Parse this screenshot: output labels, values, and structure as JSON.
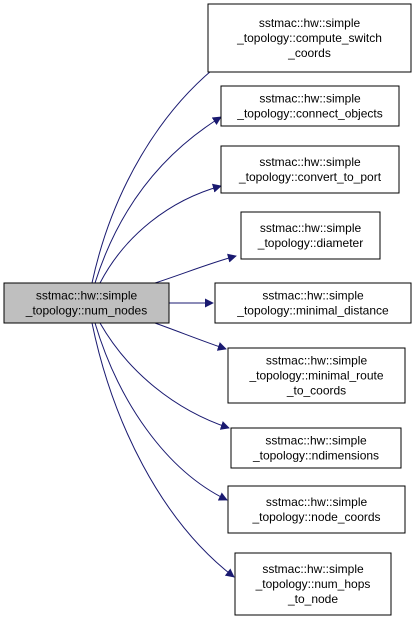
{
  "colors": {
    "edge": "#191970",
    "node_fill": "#ffffff",
    "node_stroke": "#000000",
    "source_fill": "#bfbfbf",
    "text": "#000000"
  },
  "source": {
    "lines": [
      "sstmac::hw::simple",
      "_topology::num_nodes"
    ]
  },
  "targets": [
    {
      "name": "compute-switch-coords",
      "lines": [
        "sstmac::hw::simple",
        "_topology::compute_switch",
        "_coords"
      ]
    },
    {
      "name": "connect-objects",
      "lines": [
        "sstmac::hw::simple",
        "_topology::connect_objects"
      ]
    },
    {
      "name": "convert-to-port",
      "lines": [
        "sstmac::hw::simple",
        "_topology::convert_to_port"
      ]
    },
    {
      "name": "diameter",
      "lines": [
        "sstmac::hw::simple",
        "_topology::diameter"
      ]
    },
    {
      "name": "minimal-distance",
      "lines": [
        "sstmac::hw::simple",
        "_topology::minimal_distance"
      ]
    },
    {
      "name": "minimal-route-to-coords",
      "lines": [
        "sstmac::hw::simple",
        "_topology::minimal_route",
        "_to_coords"
      ]
    },
    {
      "name": "ndimensions",
      "lines": [
        "sstmac::hw::simple",
        "_topology::ndimensions"
      ]
    },
    {
      "name": "node-coords",
      "lines": [
        "sstmac::hw::simple",
        "_topology::node_coords"
      ]
    },
    {
      "name": "num-hops-to-node",
      "lines": [
        "sstmac::hw::simple",
        "_topology::num_hops",
        "_to_node"
      ]
    }
  ]
}
